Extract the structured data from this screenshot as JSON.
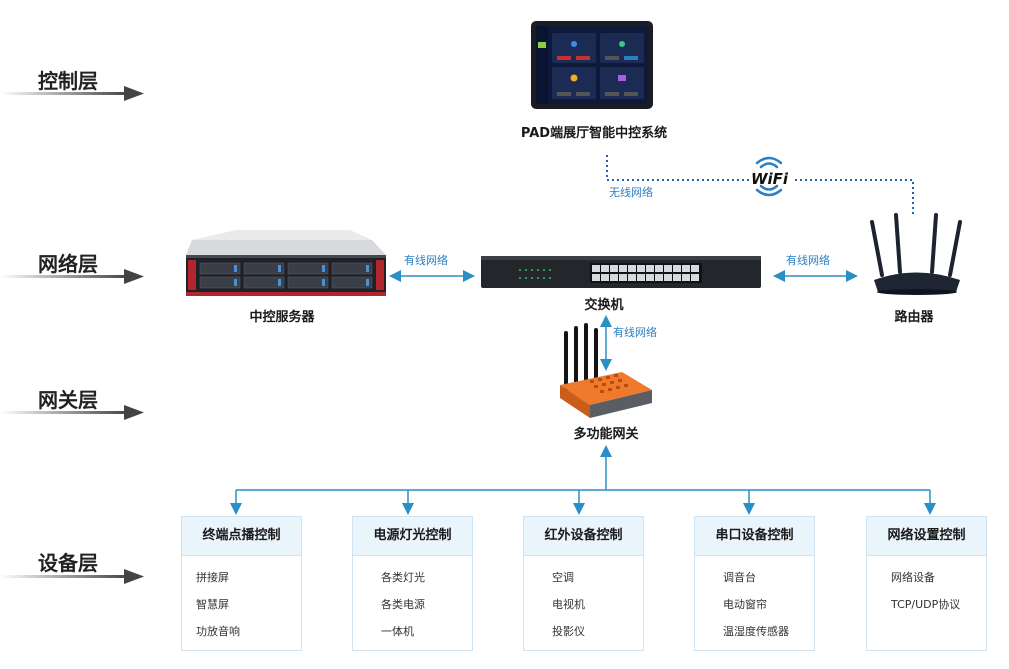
{
  "layers": [
    "控制层",
    "网络层",
    "网关层",
    "设备层"
  ],
  "nodes": {
    "pad": "PAD端展厅智能中控系统",
    "server": "中控服务器",
    "switch": "交换机",
    "router": "路由器",
    "gateway": "多功能网关"
  },
  "links": {
    "wireless": "无线网络",
    "wired_server": "有线网络",
    "wired_router": "有线网络",
    "wired_gateway": "有线网络",
    "wifi": "WiFi"
  },
  "cards": [
    {
      "title": "终端点播控制",
      "items": [
        "拼接屏",
        "智慧屏",
        "功放音响"
      ]
    },
    {
      "title": "电源灯光控制",
      "items": [
        "各类灯光",
        "各类电源",
        "一体机"
      ]
    },
    {
      "title": "红外设备控制",
      "items": [
        "空调",
        "电视机",
        "投影仪"
      ]
    },
    {
      "title": "串口设备控制",
      "items": [
        "调音台",
        "电动窗帘",
        "温湿度传感器"
      ]
    },
    {
      "title": "网络设置控制",
      "items": [
        "网络设备",
        "TCP/UDP协议"
      ]
    }
  ],
  "colors": {
    "connector": "#2a8fc4",
    "label_blue": "#2a7fc4",
    "card_header_bg": "#eaf4fb",
    "gateway_orange": "#f07a2c"
  }
}
